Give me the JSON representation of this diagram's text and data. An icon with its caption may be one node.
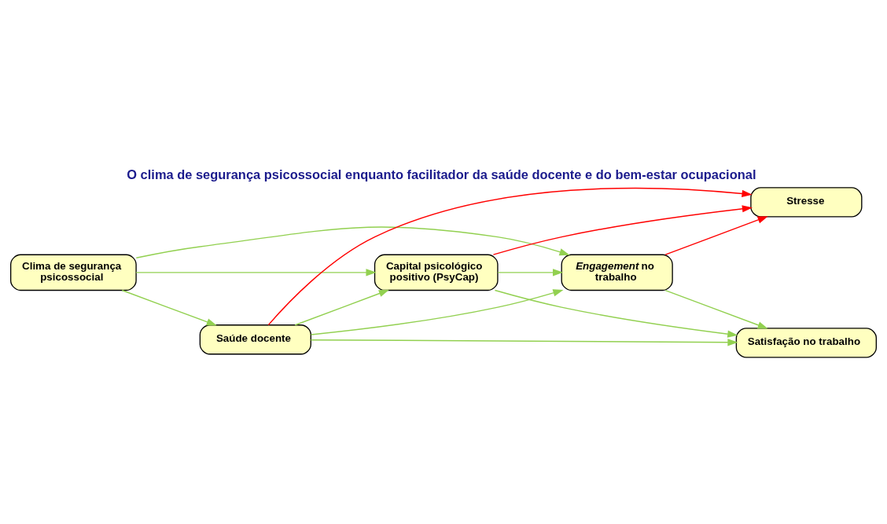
{
  "diagram": {
    "title": "O clima de segurança psicossocial enquanto facilitador da saúde docente e do bem-estar ocupacional",
    "nodes": [
      {
        "text": [
          "Clima de segurança psicossocial"
        ]
      },
      {
        "text": [
          "Capital psicológico positivo (PsyCap)"
        ]
      },
      {
        "text": [
          "Satisfação no trabalho"
        ]
      },
      {
        "text": [
          "Saúde docente"
        ]
      },
      {
        "text": [
          "Stresse"
        ]
      },
      {
        "text": [
          "*Engagement* no trabalho"
        ]
      }
    ],
    "edges": [
      {
        "from": 0,
        "to": 1,
        "arrow": "to"
      },
      {
        "from": 0,
        "to": 3,
        "arrow": "to"
      },
      {
        "from": 0,
        "to": 5,
        "arrow": "to"
      },
      {
        "from": 3,
        "to": 1,
        "arrow": "to"
      },
      {
        "from": 3,
        "to": 2,
        "arrow": "to"
      },
      {
        "from": 3,
        "to": 4,
        "arrow": "to",
        "color": "#ff0000"
      },
      {
        "from": 3,
        "to": 5,
        "arrow": "to"
      },
      {
        "from": 1,
        "to": 2,
        "arrow": "to"
      },
      {
        "from": 1,
        "to": 4,
        "arrow": "to",
        "color": "#ff0000"
      },
      {
        "from": 1,
        "to": 5,
        "arrow": "to"
      },
      {
        "from": 5,
        "to": 4,
        "arrow": "to",
        "color": "#ff0000"
      },
      {
        "from": 5,
        "to": 2,
        "arrow": "to"
      }
    ]
  }
}
